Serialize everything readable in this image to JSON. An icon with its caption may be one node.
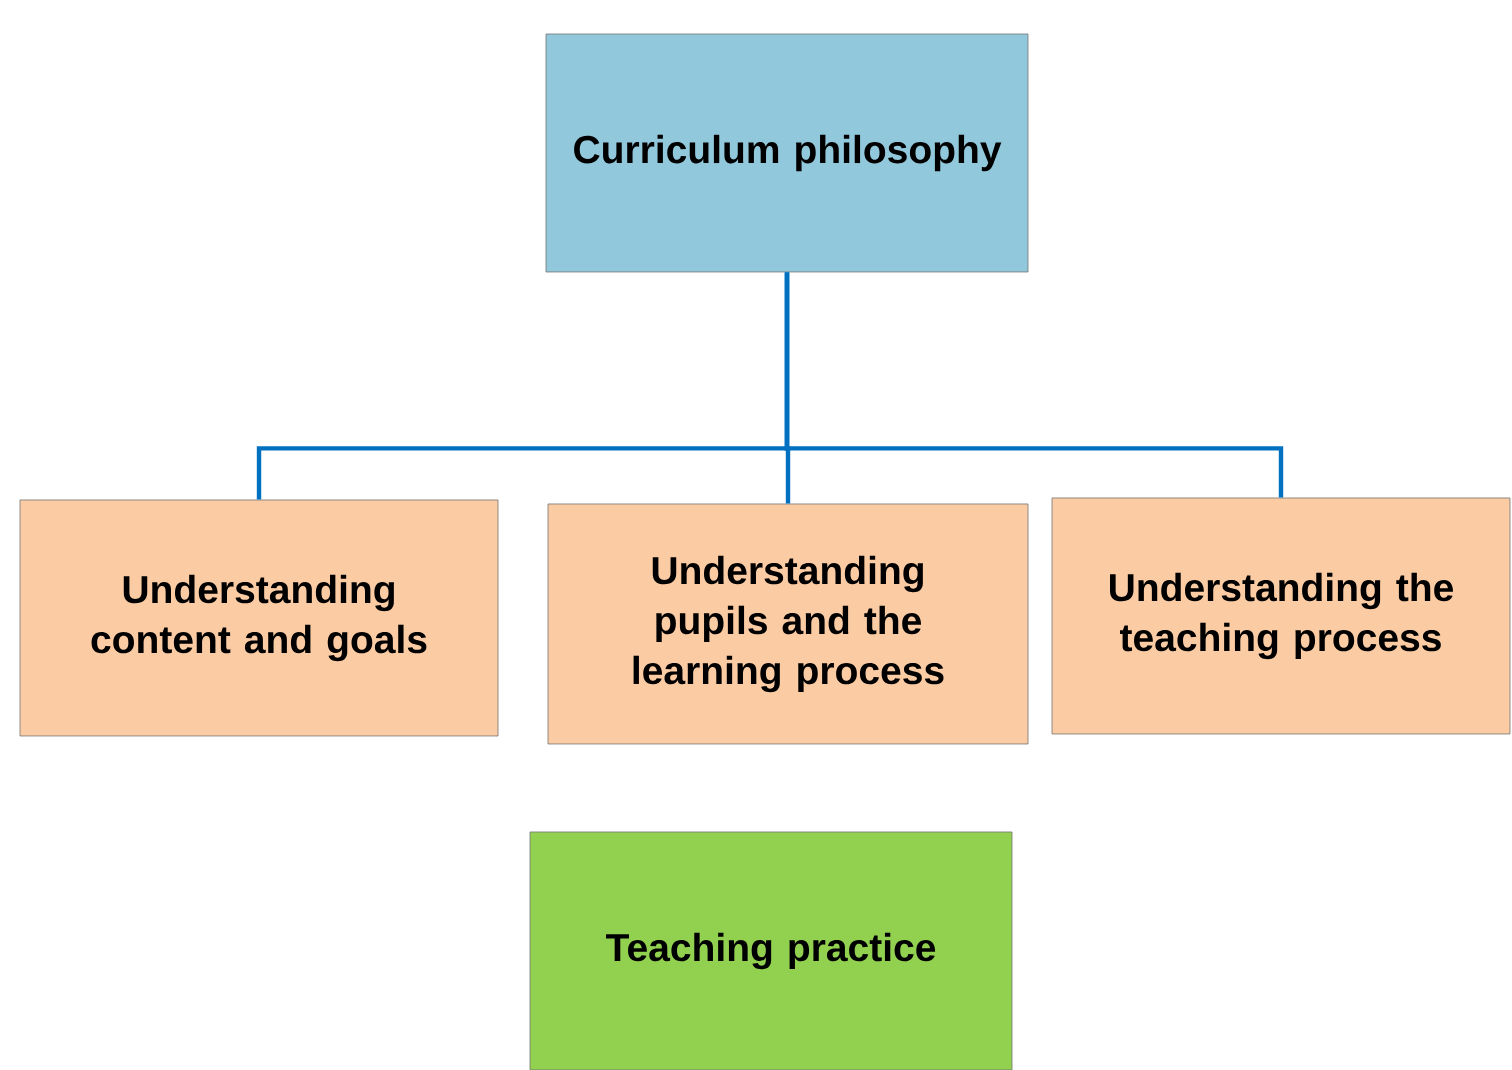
{
  "diagram": {
    "nodes": [
      {
        "text": [
          "Curriculum philosophy"
        ]
      },
      {
        "text": [
          "Understanding content and goals"
        ]
      },
      {
        "text": [
          "Understanding pupils and the learning process"
        ]
      },
      {
        "text": [
          "Understanding the teaching process"
        ]
      },
      {
        "text": [
          "Teaching practice"
        ]
      }
    ],
    "edges": [
      {
        "from": 0,
        "to": 1,
        "arrow": "none"
      },
      {
        "from": 0,
        "to": 2,
        "arrow": "none"
      },
      {
        "from": 0,
        "to": 3,
        "arrow": "none"
      }
    ]
  }
}
